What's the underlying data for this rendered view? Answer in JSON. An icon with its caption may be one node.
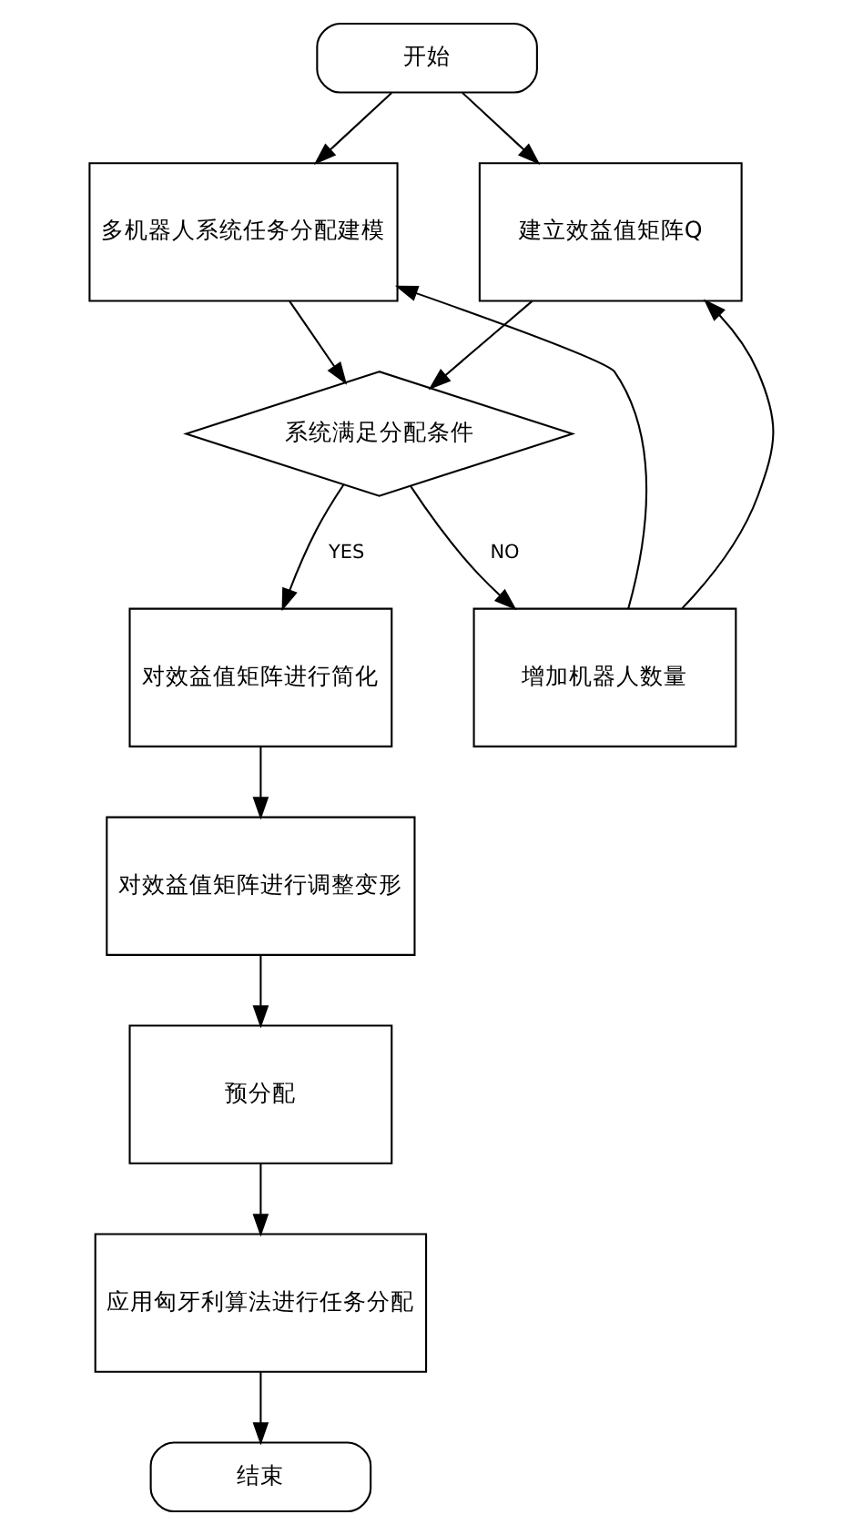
{
  "diagram": {
    "nodes": [
      {
        "text": [
          "开始"
        ]
      },
      {
        "text": [
          "多机器人系统任务分配建模"
        ]
      },
      {
        "text": [
          "建立效益值矩阵Q"
        ]
      },
      {
        "text": [
          "系统满足分配条件"
        ]
      },
      {
        "text": [
          "对效益值矩阵进行简化"
        ]
      },
      {
        "text": [
          "增加机器人数量"
        ]
      },
      {
        "text": [
          "对效益值矩阵进行调整变形"
        ]
      },
      {
        "text": [
          "预分配"
        ]
      },
      {
        "text": [
          "应用匈牙利算法进行任务分配"
        ]
      },
      {
        "text": [
          "结束"
        ]
      }
    ],
    "edges": [
      {
        "from": 0,
        "to": 1,
        "arrow": "to"
      },
      {
        "from": 0,
        "to": 2,
        "arrow": "to"
      },
      {
        "from": 1,
        "to": 3,
        "arrow": "to"
      },
      {
        "from": 2,
        "to": 3,
        "arrow": "to"
      },
      {
        "from": 3,
        "to": 4,
        "arrow": "to",
        "label": "YES"
      },
      {
        "from": 3,
        "to": 5,
        "arrow": "to",
        "label": "NO"
      },
      {
        "from": 5,
        "to": 1,
        "arrow": "to"
      },
      {
        "from": 5,
        "to": 2,
        "arrow": "to"
      },
      {
        "from": 4,
        "to": 6,
        "arrow": "to"
      },
      {
        "from": 6,
        "to": 7,
        "arrow": "to"
      },
      {
        "from": 7,
        "to": 8,
        "arrow": "to"
      },
      {
        "from": 8,
        "to": 9,
        "arrow": "to"
      }
    ]
  }
}
